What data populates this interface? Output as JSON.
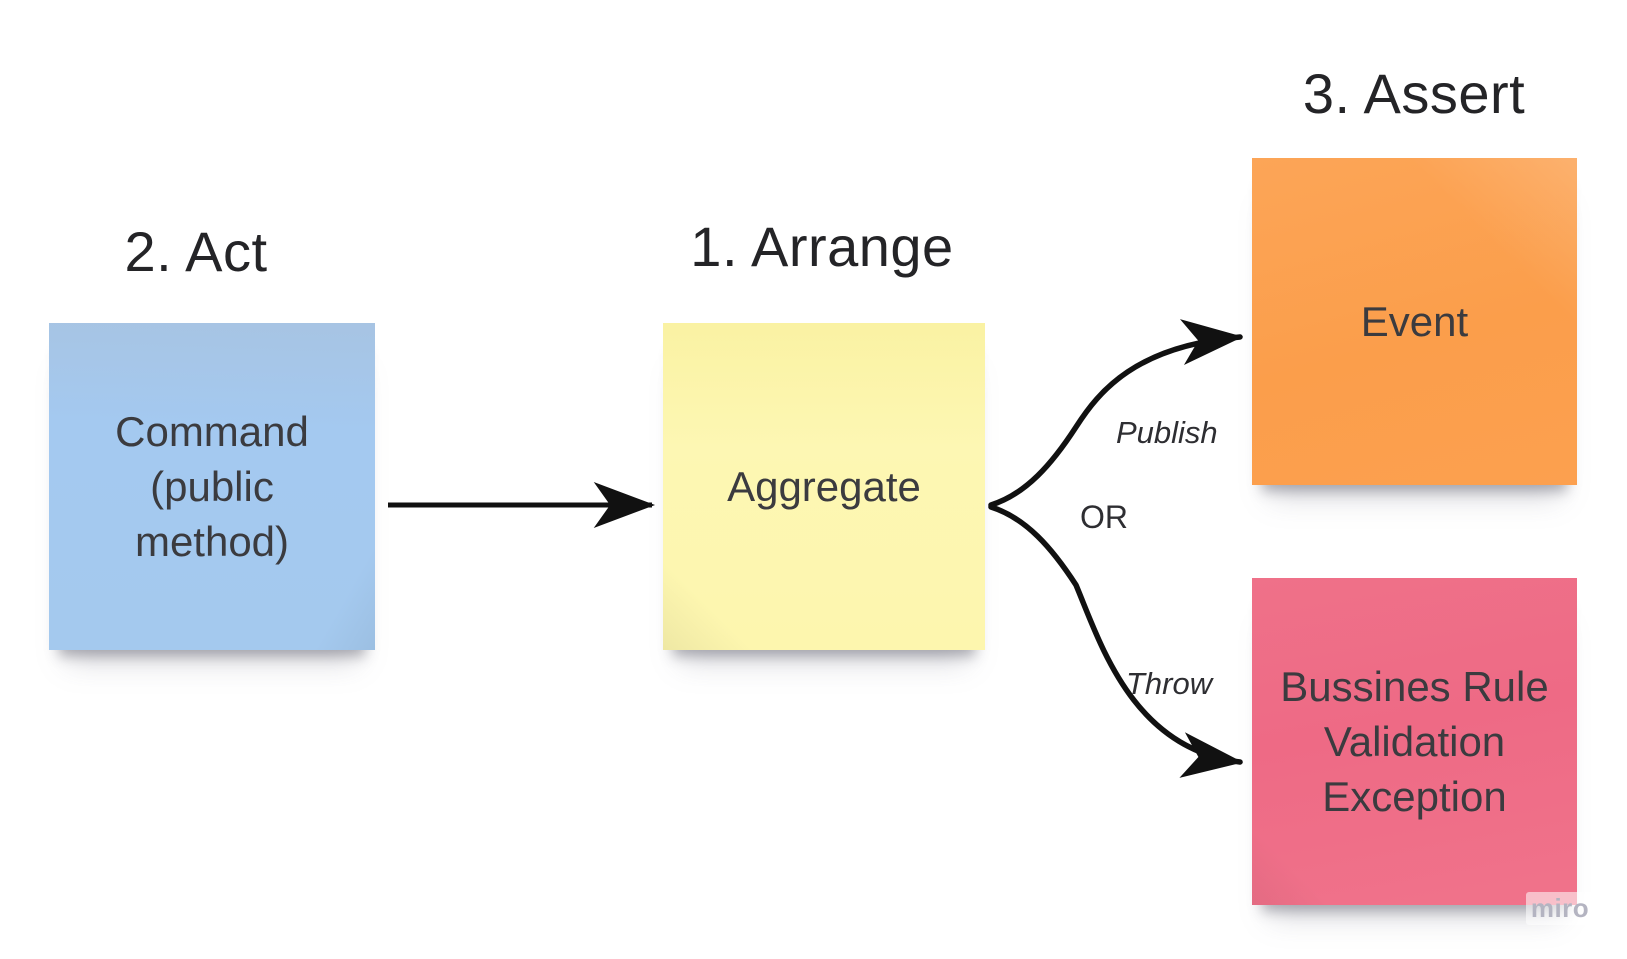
{
  "board": {
    "background_color": "#ffffff",
    "watermark_label": "miro"
  },
  "titles": {
    "act": "2. Act",
    "arrange": "1. Arrange",
    "assert": "3. Assert"
  },
  "stickies": {
    "command": {
      "color": "#a4c9ee",
      "lines": [
        "Command",
        "(public",
        "method)"
      ]
    },
    "aggregate": {
      "color": "#fdf6ae",
      "lines": [
        "Aggregate"
      ]
    },
    "event": {
      "color": "#fb9e4c",
      "lines": [
        "Event"
      ]
    },
    "exception": {
      "color": "#ee6b86",
      "lines": [
        "Bussines Rule",
        "Validation",
        "Exception"
      ]
    }
  },
  "connectors": {
    "command_to_aggregate": {
      "from": "command",
      "to": "aggregate",
      "label": ""
    },
    "aggregate_to_event": {
      "from": "aggregate",
      "to": "event",
      "label": "Publish"
    },
    "aggregate_to_exception": {
      "from": "aggregate",
      "to": "exception",
      "label": "Throw"
    },
    "or_label": "OR",
    "stroke_color": "#111111"
  }
}
